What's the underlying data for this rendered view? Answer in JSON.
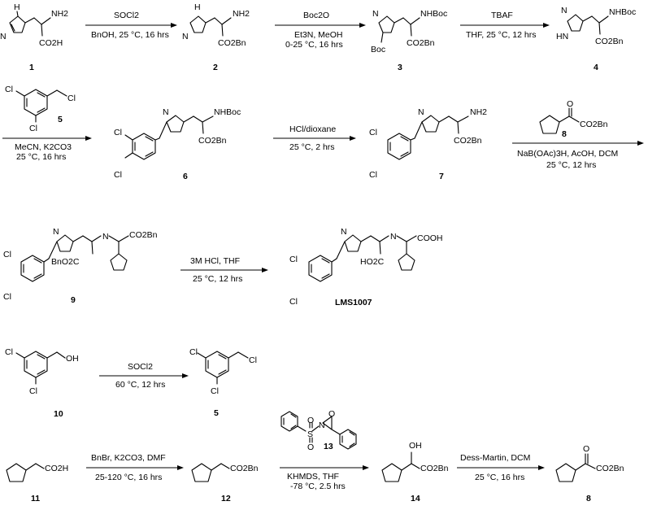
{
  "compounds": {
    "c1": "1",
    "c2": "2",
    "c3": "3",
    "c4": "4",
    "c5": "5",
    "c6": "6",
    "c7": "7",
    "c8": "8",
    "c9": "9",
    "c10": "10",
    "c11": "11",
    "c12": "12",
    "c13": "13",
    "c14": "14",
    "lms": "LMS1007",
    "c5b": "5",
    "c8b": "8"
  },
  "atoms": {
    "nh2": "NH2",
    "co2h": "CO2H",
    "co2bn": "CO2Bn",
    "nhboc": "NHBoc",
    "boc": "Boc",
    "hn": "HN",
    "h": "H",
    "n": "N",
    "cl": "Cl",
    "oh": "OH",
    "o": "O",
    "s": "S",
    "bno2c": "BnO2C",
    "ho2c": "HO2C",
    "cooh": "COOH"
  },
  "conditions": {
    "s1_top": "SOCl2",
    "s1_bot": "BnOH, 25 °C, 16 hrs",
    "s2_top": "Boc2O",
    "s2_bot1": "Et3N, MeOH",
    "s2_bot2": "0-25 °C, 16 hrs",
    "s3_top": "TBAF",
    "s3_bot": "THF, 25 °C, 12 hrs",
    "s4_bot1": "MeCN, K2CO3",
    "s4_bot2": "25 °C, 16 hrs",
    "s5_top": "HCl/dioxane",
    "s5_bot": "25 °C, 2 hrs",
    "s6_bot1": "NaB(OAc)3H, AcOH, DCM",
    "s6_bot2": "25 °C, 12 hrs",
    "s7_top": "3M HCl, THF",
    "s7_bot": "25 °C, 12 hrs",
    "s8_top": "SOCl2",
    "s8_bot": "60 °C, 12 hrs",
    "s9_top": "BnBr, K2CO3, DMF",
    "s9_bot": "25-120 °C, 16 hrs",
    "s10_bot1": "KHMDS, THF",
    "s10_bot2": "-78 °C, 2.5 hrs",
    "s11_top": "Dess-Martin, DCM",
    "s11_bot": "25 °C, 16 hrs"
  }
}
